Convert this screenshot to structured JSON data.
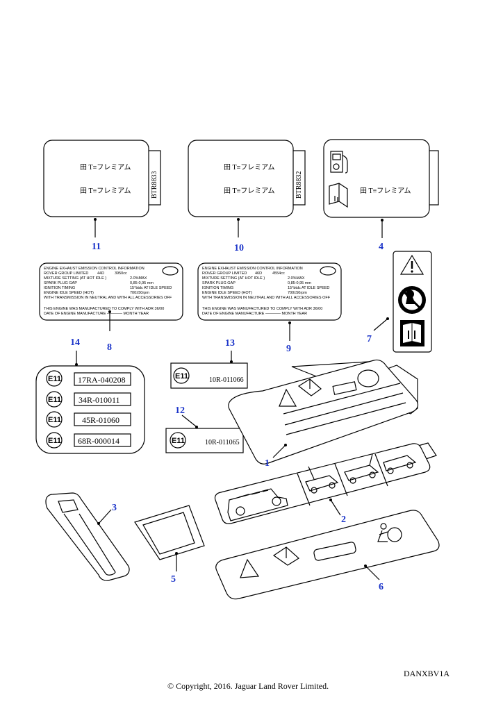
{
  "diagram_code": "DANXBV1A",
  "copyright": "© Copyright, 2016. Jaguar Land Rover Limited.",
  "callouts": [
    "1",
    "2",
    "3",
    "4",
    "5",
    "6",
    "7",
    "8",
    "9",
    "10",
    "11",
    "12",
    "13",
    "14"
  ],
  "fuel_labels": {
    "label_11_code": "BTR8833",
    "label_10_code": "BTR8832",
    "logo_text": "田 T≡フレミアム"
  },
  "emission_8": {
    "l1": "ENGINE EXHAUST EMISSION CONTROL INFORMATION",
    "l2a": "ROVER GROUP LIMITED",
    "l2b": "44D",
    "l2c": "3950cc",
    "l3a": "MIXTURE SETTING (AT HOT IDLE )",
    "l3b": "2.0%MAX",
    "l4a": "SPARK PLUG GAP",
    "l4b": "0,85-0,95 mm",
    "l5a": "IGNITION TIMING",
    "l5b": "15°btdc AT IDLE SPEED",
    "l6a": "ENGINE IDLE SPEED (HOT)",
    "l6b": "700±50rpm",
    "l7": "WITH TRANSMISSION IN NEUTRAL AND WITH ALL ACCESSORIES OFF",
    "l8": "THIS ENGINE WAS MANUFACTURED TO COMPLY WITH ADR 36/00",
    "l9": "DATE OF ENGINE MANUFACTURE ———— MONTH YEAR"
  },
  "emission_9": {
    "l1": "ENGINE EXHAUST EMISSION CONTROL INFORMATION",
    "l2a": "ROVER GROUP LIMITED",
    "l2b": "46D",
    "l2c": "4554cc",
    "l3a": "MIXTURE SETTING (AT HOT IDLE )",
    "l3b": "2.0%MAX",
    "l4a": "SPARK PLUG GAP",
    "l4b": "0,85-0,95 mm",
    "l5a": "IGNITION TIMING",
    "l5b": "15°btdc AT IDLE SPEED",
    "l6a": "ENGINE IDLE SPEED (HOT)",
    "l6b": "700±50rpm",
    "l7": "WITH TRANSMISSION IN NEUTRAL AND WITH ALL ACCESSORIES OFF",
    "l8": "THIS ENGINE WAS MANUFACTURED TO COMPLY WITH ADR 36/00",
    "l9": "DATE OF ENGINE MANUFACTURE ———— MONTH YEAR"
  },
  "e_mark": "E11",
  "approval_14": [
    "17RA-040208",
    "34R-010011",
    "45R-01060",
    "68R-000014"
  ],
  "approval_13": "10R-011066",
  "approval_12": "10R-011065"
}
